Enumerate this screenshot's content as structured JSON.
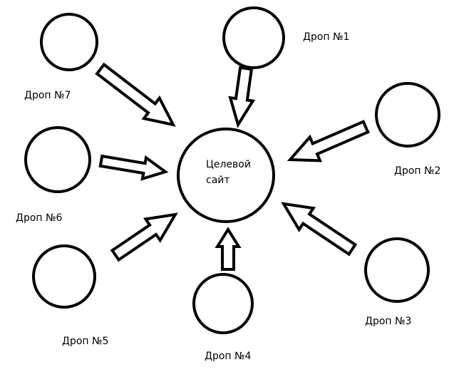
{
  "diagram": {
    "center": {
      "line1": "Целевой",
      "line2": "сайт"
    },
    "nodes": [
      {
        "label": "Дроп №1"
      },
      {
        "label": "Дроп №2"
      },
      {
        "label": "Дроп №3"
      },
      {
        "label": "Дроп №4"
      },
      {
        "label": "Дроп №5"
      },
      {
        "label": "Дроп №6"
      },
      {
        "label": "Дроп №7"
      }
    ],
    "colors": {
      "stroke": "#000000",
      "fill": "#ffffff"
    }
  }
}
